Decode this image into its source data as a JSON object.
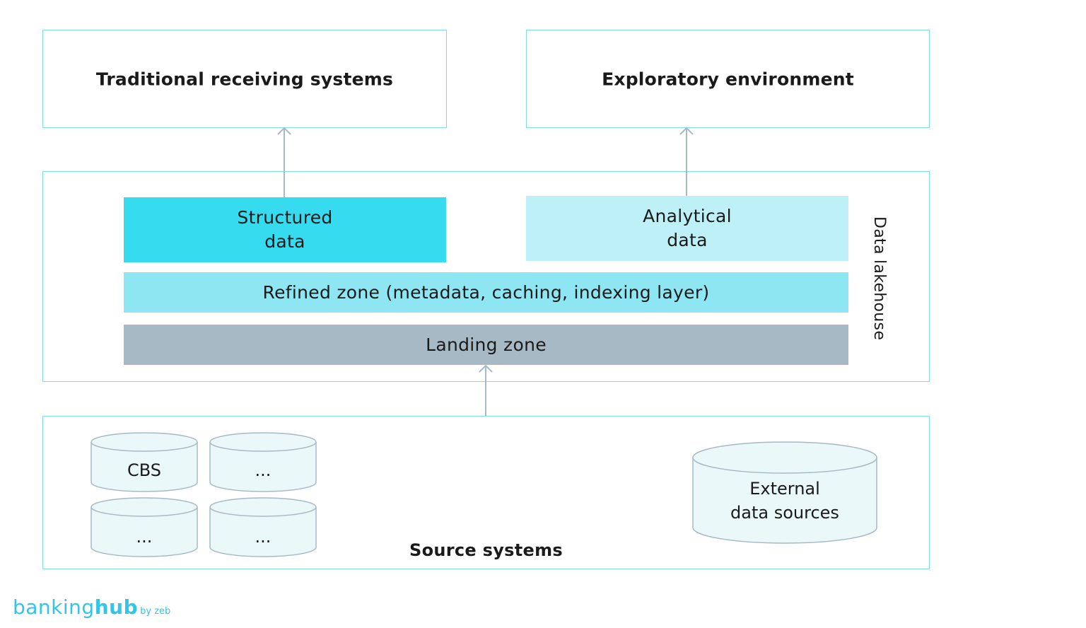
{
  "top_boxes": {
    "left_title": "Traditional receiving systems",
    "right_title": "Exploratory environment"
  },
  "lakehouse": {
    "label": "Data lakehouse",
    "structured": {
      "line1": "Structured",
      "line2": "data"
    },
    "analytical": {
      "line1": "Analytical",
      "line2": "data"
    },
    "refined": "Refined zone (metadata, caching, indexing layer)",
    "landing": "Landing zone"
  },
  "source": {
    "title": "Source systems",
    "cylinders": [
      "CBS",
      "...",
      "...",
      "..."
    ],
    "external": {
      "line1": "External",
      "line2": "data sources"
    }
  },
  "logo": {
    "part1": "banking",
    "part2": "hub",
    "part3": "by zeb"
  },
  "colors": {
    "border": "#7fdcea",
    "structured": "#36dbef",
    "analytical": "#bdf1f7",
    "refined": "#8ee6f3",
    "landing": "#a7b9c4",
    "cylinder_fill": "#ebf8fa",
    "arrow": "#a7b9c4",
    "logo": "#33c5e8"
  }
}
